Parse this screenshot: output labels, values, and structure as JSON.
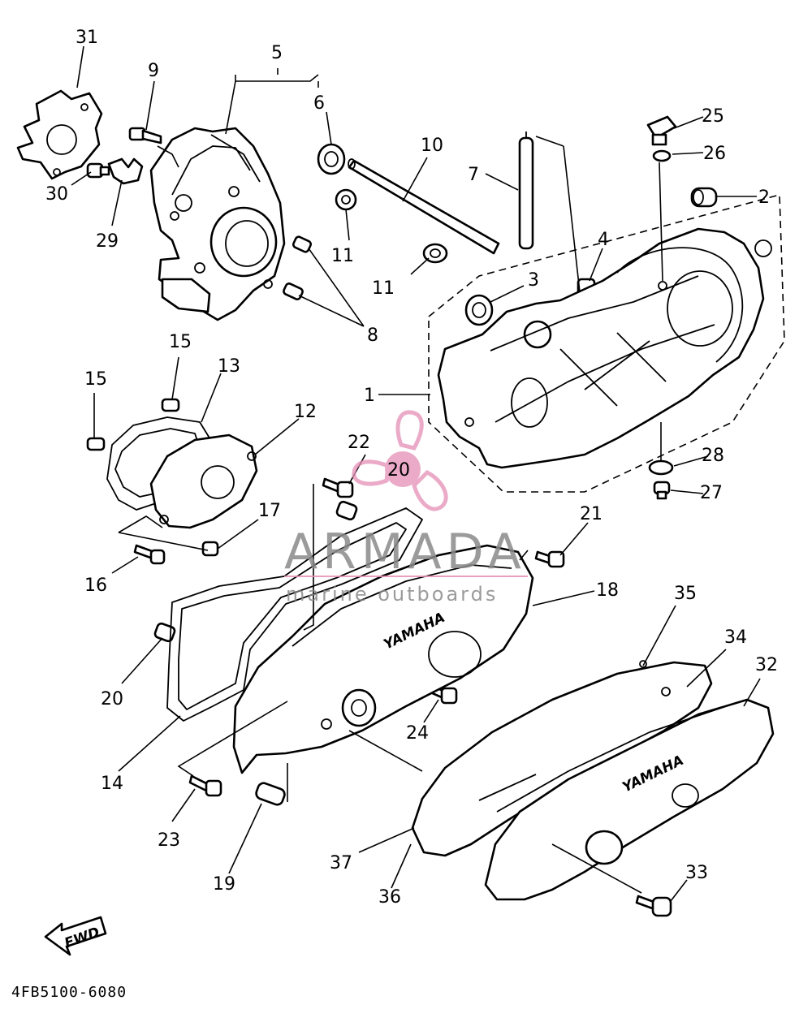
{
  "diagram": {
    "code": "4FB5100-6080",
    "fwd_label": "FWD",
    "brand_on_covers": [
      "YAMAHA",
      "YAMAHA"
    ],
    "callouts": [
      {
        "id": "c31",
        "text": "31"
      },
      {
        "id": "c9",
        "text": "9"
      },
      {
        "id": "c5",
        "text": "5"
      },
      {
        "id": "c6",
        "text": "6"
      },
      {
        "id": "c30",
        "text": "30"
      },
      {
        "id": "c29",
        "text": "29"
      },
      {
        "id": "c10",
        "text": "10"
      },
      {
        "id": "c7",
        "text": "7"
      },
      {
        "id": "c25",
        "text": "25"
      },
      {
        "id": "c26",
        "text": "26"
      },
      {
        "id": "c2",
        "text": "2"
      },
      {
        "id": "c4",
        "text": "4"
      },
      {
        "id": "c3",
        "text": "3"
      },
      {
        "id": "c11a",
        "text": "11"
      },
      {
        "id": "c11b",
        "text": "11"
      },
      {
        "id": "c8",
        "text": "8"
      },
      {
        "id": "c1",
        "text": "1"
      },
      {
        "id": "c15a",
        "text": "15"
      },
      {
        "id": "c15b",
        "text": "15"
      },
      {
        "id": "c13",
        "text": "13"
      },
      {
        "id": "c12",
        "text": "12"
      },
      {
        "id": "c22",
        "text": "22"
      },
      {
        "id": "c20a",
        "text": "20"
      },
      {
        "id": "c28",
        "text": "28"
      },
      {
        "id": "c27",
        "text": "27"
      },
      {
        "id": "c17",
        "text": "17"
      },
      {
        "id": "c21",
        "text": "21"
      },
      {
        "id": "c16",
        "text": "16"
      },
      {
        "id": "c18",
        "text": "18"
      },
      {
        "id": "c35",
        "text": "35"
      },
      {
        "id": "c34",
        "text": "34"
      },
      {
        "id": "c32",
        "text": "32"
      },
      {
        "id": "c20b",
        "text": "20"
      },
      {
        "id": "c24",
        "text": "24"
      },
      {
        "id": "c14",
        "text": "14"
      },
      {
        "id": "c23",
        "text": "23"
      },
      {
        "id": "c37",
        "text": "37"
      },
      {
        "id": "c36",
        "text": "36"
      },
      {
        "id": "c33",
        "text": "33"
      },
      {
        "id": "c19",
        "text": "19"
      }
    ]
  },
  "watermark": {
    "brand": "ARMADA",
    "tagline": "marine outboards",
    "colors": {
      "brand": "#8a8a8a",
      "logo": "#e58fb6"
    }
  }
}
